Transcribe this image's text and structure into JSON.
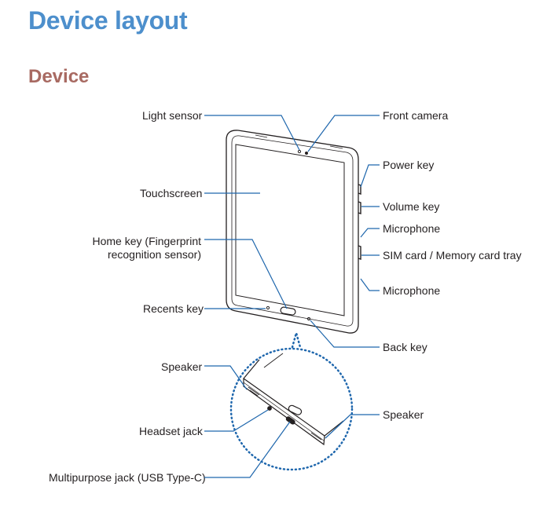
{
  "title": "Device layout",
  "section": "Device",
  "colors": {
    "title": "#4d8fcc",
    "section": "#a86a62",
    "callout": "#1f67ad",
    "device": "#231f20"
  },
  "labels": {
    "light_sensor": "Light sensor",
    "touchscreen": "Touchscreen",
    "home_key_line1": "Home key (Fingerprint",
    "home_key_line2": "recognition sensor)",
    "recents_key": "Recents key",
    "speaker_left": "Speaker",
    "headset_jack": "Headset jack",
    "multipurpose_jack": "Multipurpose jack (USB Type-C)",
    "front_camera": "Front camera",
    "power_key": "Power key",
    "volume_key": "Volume key",
    "microphone_top": "Microphone",
    "sim_tray": "SIM card / Memory card tray",
    "microphone_bottom": "Microphone",
    "back_key": "Back key",
    "speaker_right": "Speaker"
  }
}
